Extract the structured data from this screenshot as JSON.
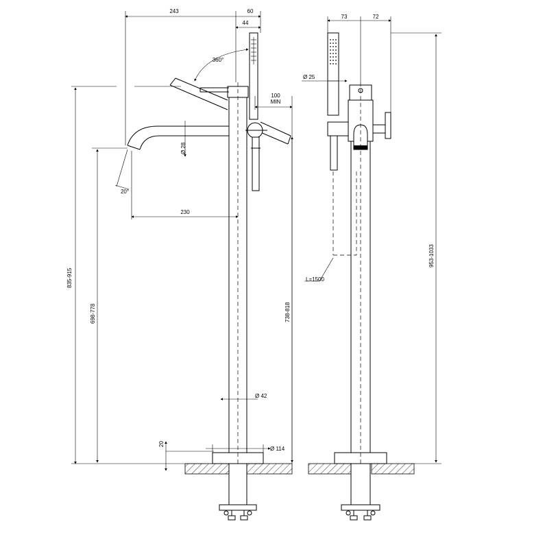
{
  "dimensions": {
    "top_243": "243",
    "top_60": "60",
    "top_44": "44",
    "rotation": "360°",
    "offset_100": "100",
    "offset_min": "MIN",
    "spout_dia": "Ø 28",
    "spout_angle": "20°",
    "spout_reach": "230",
    "height_835": "835-915",
    "height_698": "698-778",
    "height_738": "738-818",
    "pipe_dia": "Ø 42",
    "base_height": "20",
    "base_dia": "Ø 114",
    "side_73": "73",
    "side_72": "72",
    "shower_dia": "Ø 25",
    "hose_length": "L=1500",
    "height_953": "953-1033"
  }
}
